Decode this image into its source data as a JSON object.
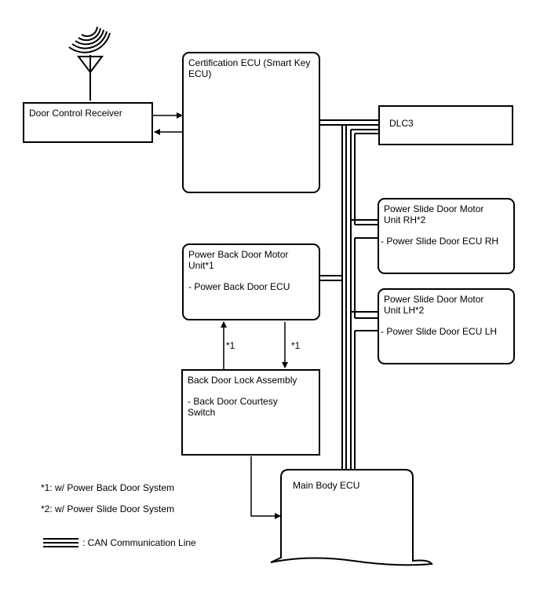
{
  "nodes": {
    "door_control_receiver": {
      "title": "Door Control Receiver"
    },
    "certification_ecu": {
      "title": "Certification ECU (Smart Key ECU)"
    },
    "dlc3": {
      "title": "DLC3"
    },
    "slide_rh": {
      "title": "Power Slide Door Motor Unit RH*2",
      "sub": "- Power Slide Door ECU RH"
    },
    "slide_lh": {
      "title": "Power Slide Door Motor Unit LH*2",
      "sub": "- Power Slide Door ECU LH"
    },
    "back_door_motor": {
      "title": "Power Back Door Motor Unit*1",
      "sub": "- Power Back Door ECU"
    },
    "back_door_lock": {
      "title": "Back Door Lock Assembly",
      "sub": "- Back Door Courtesy Switch"
    },
    "main_body_ecu": {
      "title": "Main Body ECU"
    }
  },
  "edge_labels": {
    "left": "*1",
    "right": "*1"
  },
  "notes": [
    "*1: w/ Power Back Door System",
    "*2: w/ Power Slide Door System"
  ],
  "legend": {
    "can_line": ": CAN Communication Line"
  },
  "icons": {
    "antenna": "antenna-icon",
    "radio_waves": "radio-wave-icon"
  }
}
